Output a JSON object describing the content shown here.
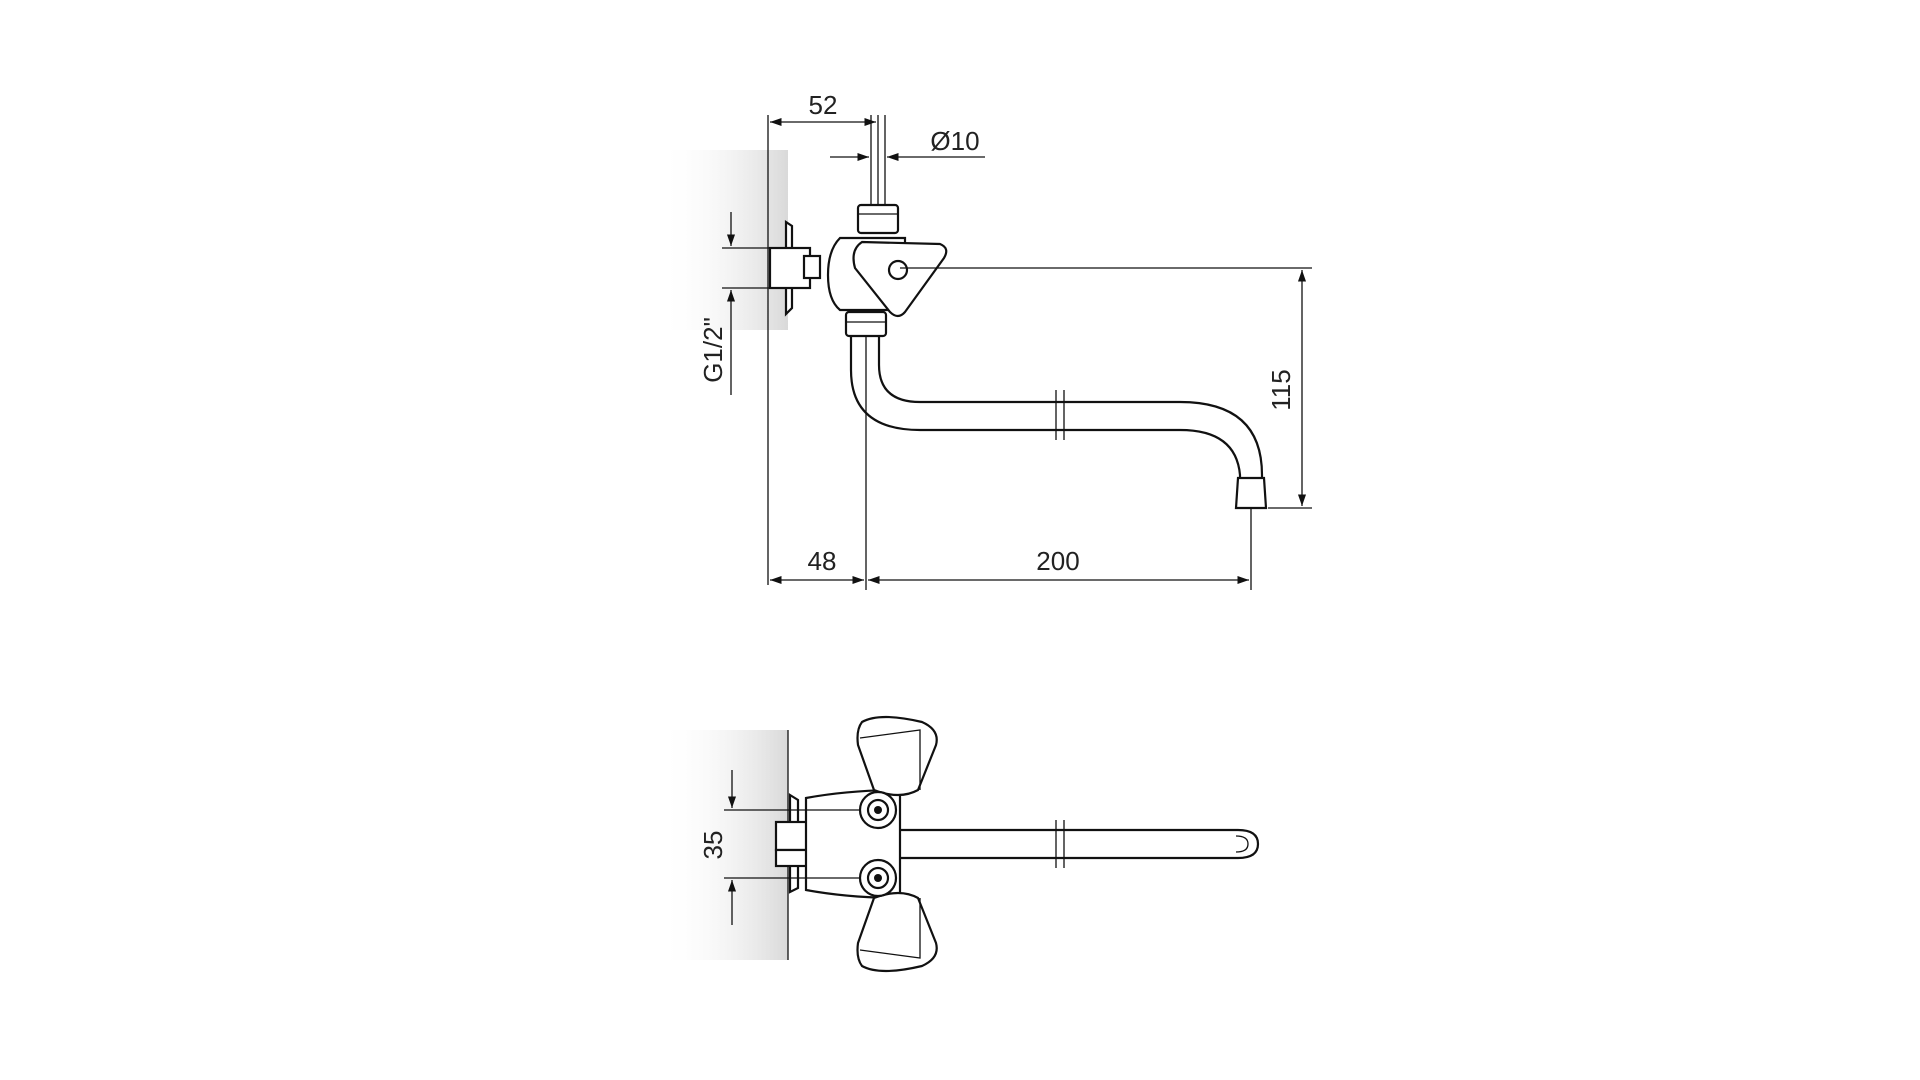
{
  "dimensions": {
    "top_width": "52",
    "stem_diameter": "Ø10",
    "thread": "G1/2\"",
    "spout_height": "115",
    "wall_offset": "48",
    "spout_length": "200",
    "handle_spacing": "35"
  }
}
